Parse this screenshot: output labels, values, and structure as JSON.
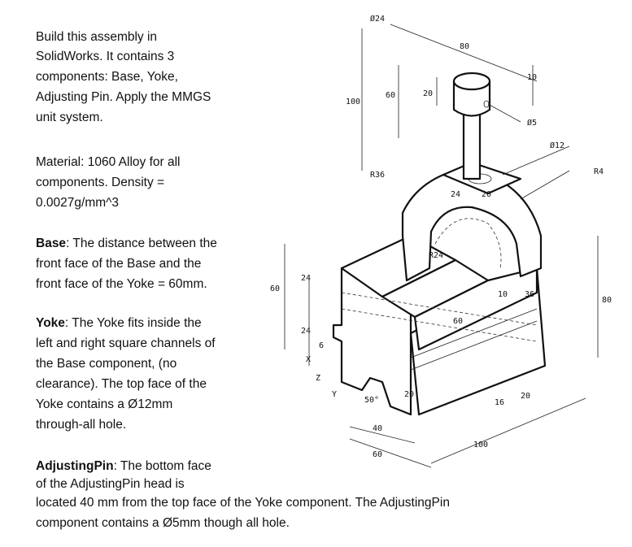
{
  "intro": {
    "lines": [
      "Build this assembly in",
      "SolidWorks.  It contains 3",
      "components: Base, Yoke,",
      "Adjusting Pin.  Apply the MMGS",
      "unit system."
    ]
  },
  "material": {
    "lines": [
      "Material: 1060 Alloy for all",
      "components.  Density =",
      "0.0027g/mm^3"
    ]
  },
  "base": {
    "label": "Base",
    "lines": [
      ": The distance between the",
      "front face of the Base and the",
      "front face of the Yoke = 60mm."
    ]
  },
  "yoke": {
    "label": "Yoke",
    "lines": [
      ": The Yoke fits inside the",
      "left and right square channels of",
      "the Base component, (no",
      "clearance). The top face of the",
      "Yoke contains a Ø12mm",
      "through-all hole."
    ]
  },
  "pin": {
    "label": "AdjustingPin",
    "lines": [
      ": The bottom face",
      "of the AdjustingPin head is",
      "located 40 mm from the top face of the Yoke component. The AdjustingPin",
      "component contains a Ø5mm though all hole."
    ]
  },
  "dimensions": {
    "pin_head_dia": "Ø24",
    "width_80": "80",
    "head_height": "10",
    "pin_hole": "Ø5",
    "yoke_hole": "Ø12",
    "round_r4": "R4",
    "overall_100": "100",
    "pin_60": "60",
    "pin_20": "20",
    "arch_r36": "R36",
    "top_24": "24",
    "top_20": "20",
    "arch_r24": "R24",
    "base_height_60": "60",
    "upper_24": "24",
    "lower_24": "24",
    "notch_6": "6",
    "axis_x": "X",
    "axis_z": "Z",
    "axis_y": "Y",
    "angle_50": "50°",
    "vee_20": "20",
    "bottom_40": "40",
    "bottom_60": "60",
    "channel_60": "60",
    "channel_10": "10",
    "channel_36": "36",
    "right_80": "80",
    "slot_16": "16",
    "slot_20": "20",
    "depth_100": "100"
  }
}
